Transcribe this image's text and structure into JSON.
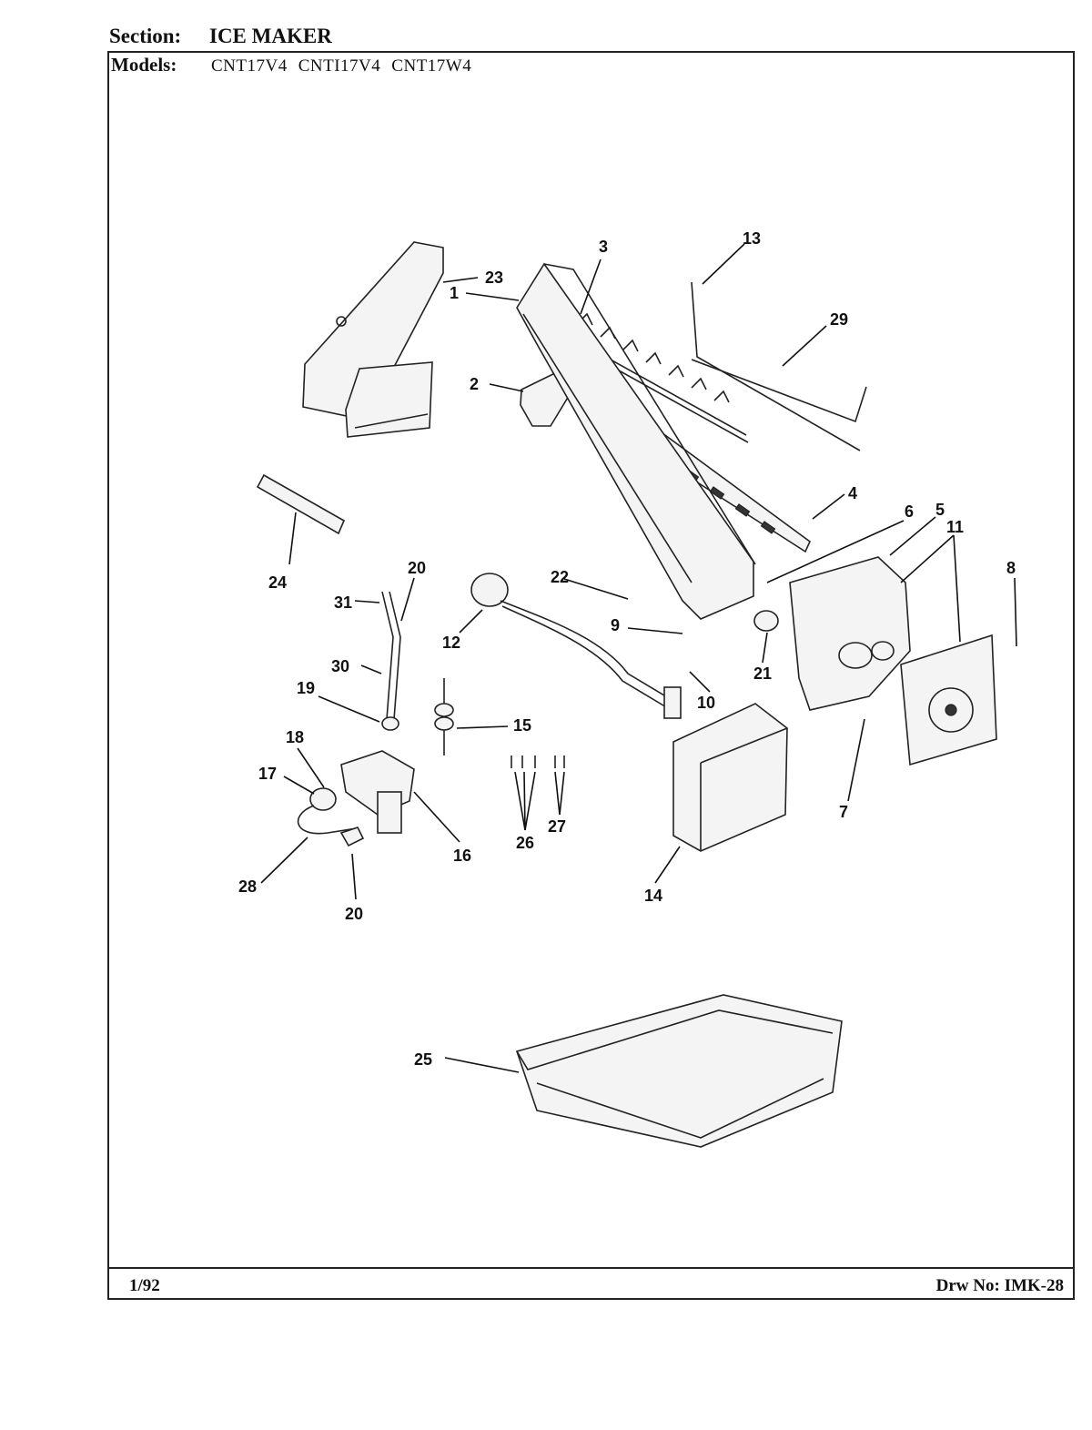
{
  "header": {
    "section_label": "Section:",
    "section_value": "ICE MAKER",
    "models_label": "Models:",
    "models": [
      "CNT17V4",
      "CNTI17V4",
      "CNT17W4"
    ]
  },
  "footer": {
    "date": "1/92",
    "drawing_no": "Drw No: IMK-28"
  },
  "callouts": [
    "1",
    "2",
    "3",
    "4",
    "5",
    "6",
    "7",
    "8",
    "9",
    "10",
    "11",
    "12",
    "13",
    "14",
    "15",
    "16",
    "17",
    "18",
    "19",
    "20",
    "21",
    "22",
    "23",
    "24",
    "25",
    "26",
    "27",
    "28",
    "29",
    "30",
    "31"
  ]
}
